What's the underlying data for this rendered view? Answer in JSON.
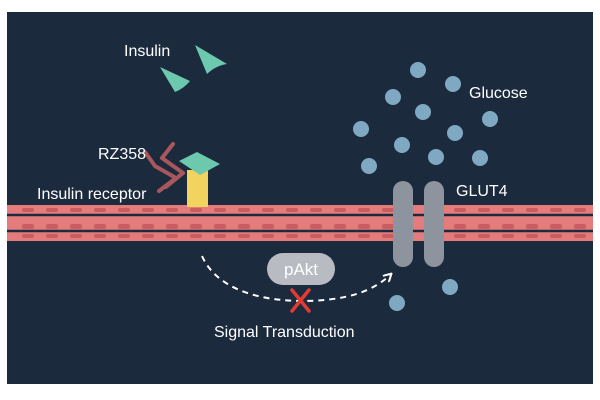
{
  "labels": {
    "insulin": "Insulin",
    "glucose": "Glucose",
    "rz358": "RZ358",
    "insulin_receptor": "Insulin receptor",
    "glut4": "GLUT4",
    "pakt": "pAkt",
    "signal_transduction": "Signal Transduction"
  },
  "colors": {
    "background": "#1c2a3e",
    "frame": "#ffffff",
    "membrane": "#e57c7c",
    "membrane_stripe": "#c95d62",
    "insulin": "#6cc9ae",
    "receptor": "#f2d35e",
    "antibody": "#a8575c",
    "glut4": "#8e949e",
    "glucose": "#7fa9c2",
    "pakt_pill": "#b8bcc2",
    "block_x": "#e23b33",
    "arrow": "#ffffff"
  },
  "icons": {
    "insulin": "insulin-molecule-icon",
    "glucose": "glucose-molecule-icon",
    "antibody": "antibody-icon",
    "blocked": "cross-mark-icon"
  }
}
